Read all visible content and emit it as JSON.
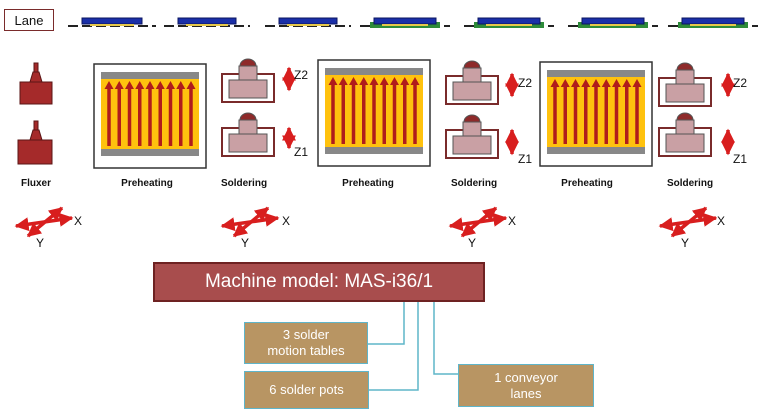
{
  "lane_label": "Lane",
  "station_labels": {
    "fluxer": "Fluxer",
    "preheating": "Preheating",
    "soldering": "Soldering"
  },
  "axis_labels": {
    "x": "X",
    "y": "Y",
    "z1": "Z1",
    "z2": "Z2"
  },
  "machine_model": "Machine model: MAS-i36/1",
  "callouts": {
    "motion_tables": {
      "line1": "3 solder",
      "line2": "motion tables"
    },
    "solder_pots": "6 solder pots",
    "conveyor": {
      "line1": "1 conveyor",
      "line2": "lanes"
    }
  },
  "colors": {
    "machine_red": "#a52a2a",
    "preheat_yellow": "#ffc20e",
    "pcb_blue": "#1a2fa8",
    "model_box": "#a84d4d",
    "callout_fill": "#b89563",
    "callout_border": "#5fb5c9"
  }
}
